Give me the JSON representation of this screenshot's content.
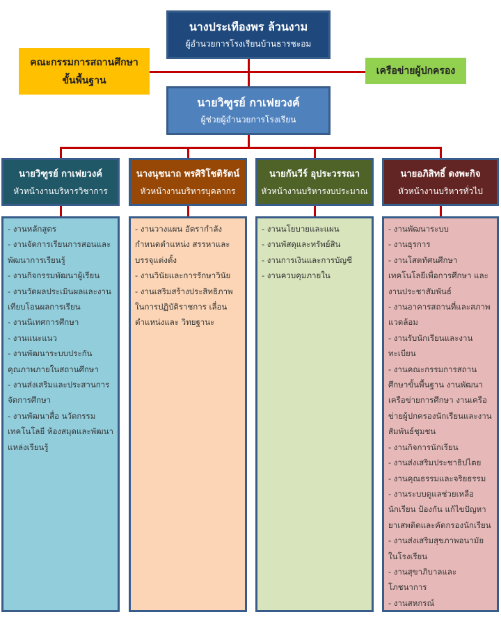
{
  "director": {
    "name": "นางประเทืองพร  ล้วนงาม",
    "role": "ผู้อำนวยการโรงเรียนบ้านธารชะอม"
  },
  "committee": {
    "line1": "คณะกรรมการสถานศึกษา",
    "line2": "ขั้นพื้นฐาน"
  },
  "parents_network": {
    "label": "เครือข่ายผู้ปกครอง"
  },
  "assistant": {
    "name": "นายวิฑูรย์  กาเฟยวงค์",
    "role": "ผู้ช่วยผู้อำนวยการโรงเรียน"
  },
  "colors": {
    "line": "#c00000",
    "director": "#1f497d",
    "assistant": "#4f81bd",
    "committee": "#ffc000",
    "network": "#92d050"
  },
  "departments": [
    {
      "name": "นายวิฑูรย์  กาเฟยวงค์",
      "role": "หัวหน้างานบริหารวิชาการ",
      "head_color": "#215868",
      "list_color": "#92cddc",
      "items": [
        "- งานหลักสูตร",
        "- งานจัดการเรียนการสอนและพัฒนาการเรียนรู้",
        "- งานกิจกรรมพัฒนาผู้เรียน",
        "- งานวัดผลประเมินผลและงานเทียบโอนผลการเรียน",
        "- งานนิเทศการศึกษา",
        "- งานแนะแนว",
        "- งานพัฒนาระบบประกันคุณภาพภายในสถานศึกษา",
        "- งานส่งเสริมและประสานการจัดการศึกษา",
        "- งานพัฒนาสื่อ นวัตกรรม เทคโนโลยี ห้องสมุดและพัฒนาแหล่งเรียนรู้"
      ]
    },
    {
      "name": "นางนุชนาถ  พรศิริโชติรัตน์",
      "role": "หัวหน้างานบริหารบุคลากร",
      "head_color": "#974806",
      "list_color": "#fbd5b5",
      "items": [
        "- งานวางแผน อัตรากำลัง กำหนดตำแหน่ง สรรหาและบรรจุแต่งตั้ง",
        "- งานวินัยและการรักษาวินัย",
        "- งานเสริมสร้างประสิทธิภาพในการปฏิบัติราชการ เลื่อนตำแหน่งและ วิทยฐานะ"
      ]
    },
    {
      "name": "นายกันวีร์  อุประวรรณา",
      "role": "หัวหน้างานบริหารงบประมาณ",
      "head_color": "#4f6228",
      "list_color": "#d7e4bc",
      "items": [
        "- งานนโยบายและแผน",
        "- งานพัสดุและทรัพย์สิน",
        "- งานการเงินและการบัญชี",
        "- งานควบคุมภายใน"
      ]
    },
    {
      "name": "นายอภิสิทธิ์  ดงพะกิจ",
      "role": "หัวหน้างานบริหารทั่วไป",
      "head_color": "#632523",
      "list_color": "#e6b9b8",
      "items": [
        "- งานพัฒนาระบบ",
        "- งานธุรการ",
        "- งานโสตทัศนศึกษา เทคโนโลยีเพื่อการศึกษา และงานประชาสัมพันธ์",
        "- งานอาคารสถานที่และสภาพแวดล้อม",
        "- งานรับนักเรียนและงานทะเบียน",
        "- งานคณะกรรมการสถานศึกษาขั้นพื้นฐาน งานพัฒนาเครือข่ายการศึกษา งานเครือข่ายผู้ปกครองนักเรียนและงานสัมพันธ์ชุมชน",
        "- งานกิจการนักเรียน",
        "- งานส่งเสริมประชาธิปไตย",
        "- งานคุณธรรมและจริยธรรม",
        "- งานระบบดูแลช่วยเหลือนักเรียน  ป้องกัน แก้ไขปัญหายาเสพติดและคัดกรองนักเรียน",
        "- งานส่งเสริมสุขภาพอนามัยในโรงเรียน",
        "- งานสุขาภิบาลและโภชนาการ",
        "- งานสหกรณ์"
      ]
    }
  ]
}
